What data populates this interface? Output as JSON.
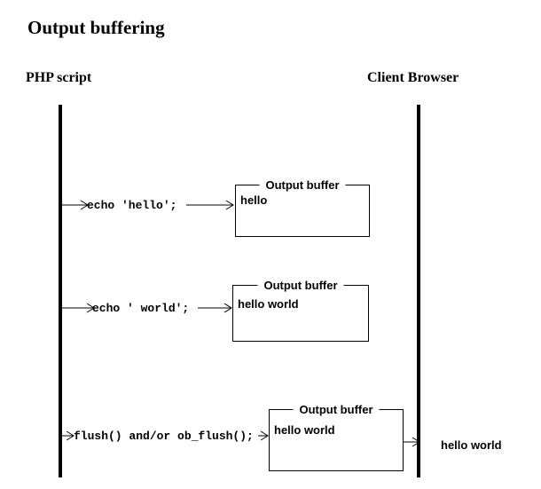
{
  "title": "Output buffering",
  "columns": {
    "left_label": "PHP script",
    "right_label": "Client Browser"
  },
  "colors": {
    "foreground": "#000000",
    "background": "#ffffff"
  },
  "rows": [
    {
      "code": "echo 'hello';",
      "buffer_label": "Output buffer",
      "buffer_content": "hello"
    },
    {
      "code": "echo ' world';",
      "buffer_label": "Output buffer",
      "buffer_content": "hello world"
    },
    {
      "code": "flush() and/or ob_flush();",
      "buffer_label": "Output buffer",
      "buffer_content": "hello world",
      "browser_output": "hello world"
    }
  ]
}
